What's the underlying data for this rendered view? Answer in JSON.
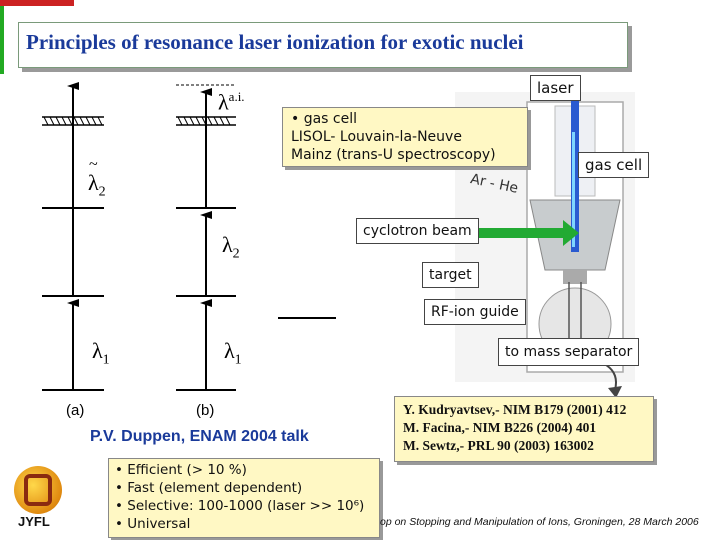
{
  "header": {
    "title": "Principles of resonance laser ionization for exotic nuclei"
  },
  "diagram_a": {
    "label_l2": "λ",
    "label_l2_sub": "2",
    "label_l1": "λ",
    "label_l1_sub": "1",
    "tag": "(a)"
  },
  "diagram_b": {
    "label_ai": "λ",
    "label_ai_sup": "a.i.",
    "label_l2": "λ",
    "label_l2_sub": "2",
    "label_l1": "λ",
    "label_l1_sub": "1",
    "tag": "(b)"
  },
  "gas_cell_info": {
    "line1": "• gas cell",
    "line2": "LISOL- Louvain-la-Neuve",
    "line3": "Mainz (trans-U spectroscopy)"
  },
  "apparatus": {
    "laser": "laser",
    "gas_cell": "gas cell",
    "ar_he": "Ar - He",
    "cyclotron_beam": "cyclotron beam",
    "target": "target",
    "rf_ion_guide": "RF-ion guide",
    "to_mass_separator": "to mass separator"
  },
  "credit": "P.V. Duppen, ENAM 2004 talk",
  "references": [
    "Y. Kudryavtsev,- NIM B179 (2001) 412",
    "M. Facina,- NIM B226 (2004) 401",
    "M. Sewtz,- PRL 90 (2003) 163002"
  ],
  "features": [
    "• Efficient (> 10 %)",
    "• Fast (element dependent)",
    "• Selective: 100-1000 (laser >> 10⁶)",
    "• Universal"
  ],
  "footer": "op on Stopping and Manipulation of Ions, Groningen, 28 March 2006",
  "logo": {
    "text": "JYFL"
  },
  "colors": {
    "title": "#1a3a9a",
    "credit": "#1a3a9a",
    "laser_beam": "#2a5ad0",
    "cyclotron_beam": "#22aa33",
    "info_box": "#fff8c4"
  }
}
